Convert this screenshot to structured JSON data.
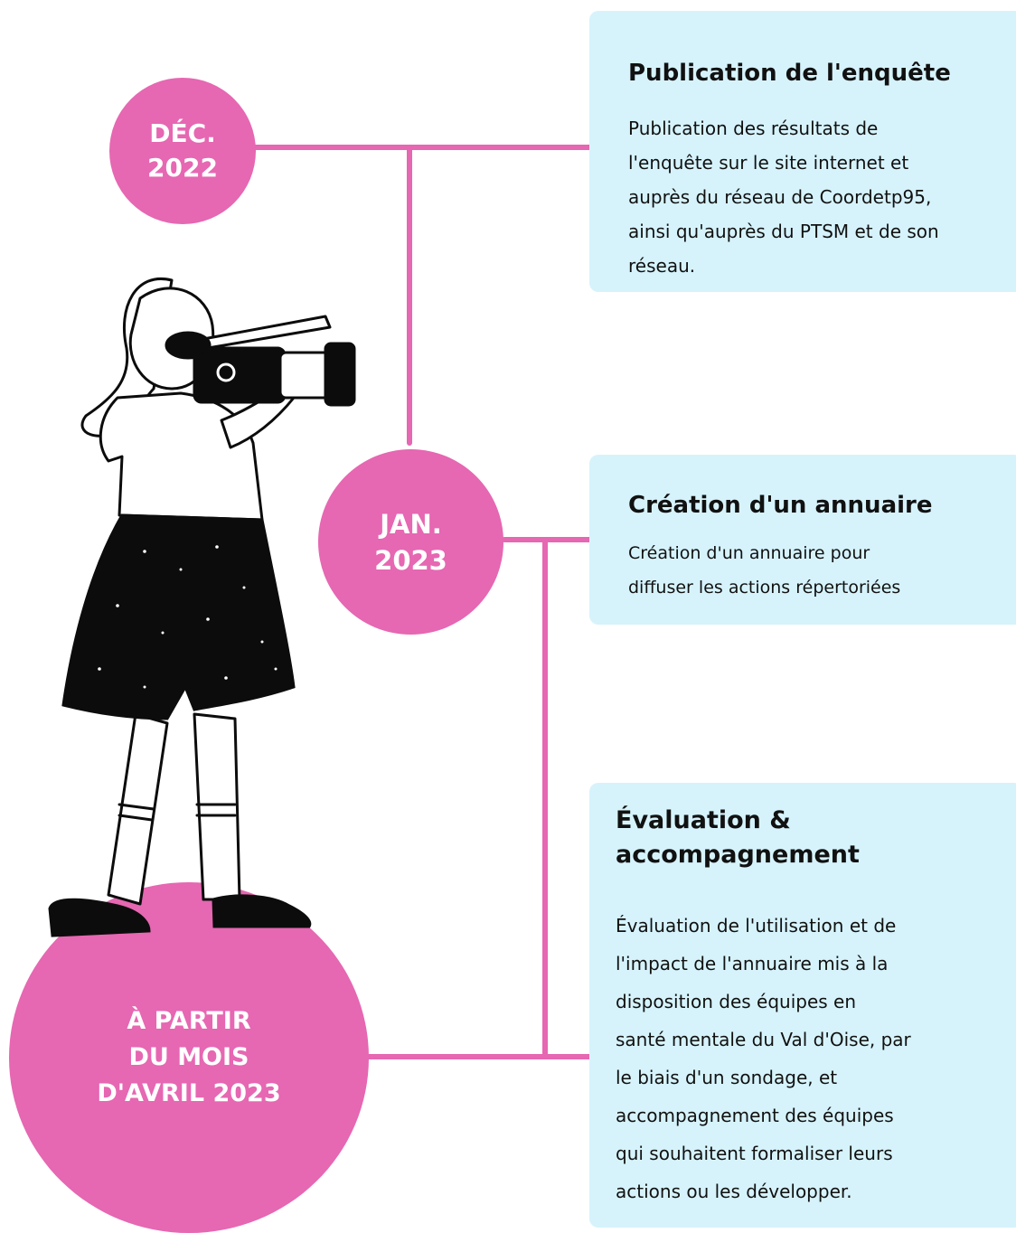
{
  "colors": {
    "accent": "#e667b2",
    "card_bg": "#d6f3fc",
    "text": "#111111",
    "ink": "#0c0c0c"
  },
  "timeline": [
    {
      "date": "DÉC.\n2022",
      "title": "Publication de l'enquête",
      "body": "Publication des résultats de\nl'enquête sur le site internet et\nauprès du réseau de Coordetp95,\nainsi qu'auprès du PTSM et de son\nréseau."
    },
    {
      "date": "JAN.\n2023",
      "title": "Création d'un annuaire",
      "body": "Création d'un annuaire pour\ndiffuser les actions répertoriées"
    },
    {
      "date": "À PARTIR\nDU MOIS\nD'AVRIL 2023",
      "title": "Évaluation &\naccompagnement",
      "body": "Évaluation de l'utilisation et de\nl'impact de l'annuaire mis à la\ndisposition des équipes en\nsanté mentale du Val d'Oise, par\nle biais d'un sondage, et\naccompagnement des équipes\nqui souhaitent formaliser leurs\nactions ou les développer."
    }
  ],
  "illustration": {
    "icon": "videographer-illustration"
  }
}
